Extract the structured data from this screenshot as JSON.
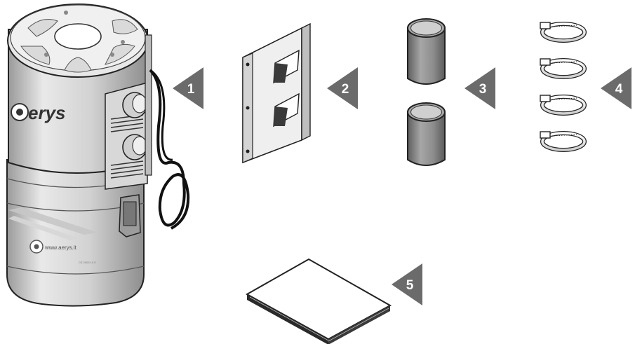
{
  "brand": {
    "logo_text": "erys",
    "website": "www.aerys.it",
    "label_code": "CE 2003 10 0"
  },
  "callouts": [
    {
      "number": "1"
    },
    {
      "number": "2"
    },
    {
      "number": "3"
    },
    {
      "number": "4"
    },
    {
      "number": "5"
    }
  ],
  "colors": {
    "callout_fill": "#6b6b6b",
    "callout_text": "#ffffff",
    "outline": "#222222",
    "metal_light": "#e4e4e4",
    "metal_mid": "#b9b9b9",
    "pipe_fill": "#8a8a8a",
    "background": "#ffffff"
  }
}
